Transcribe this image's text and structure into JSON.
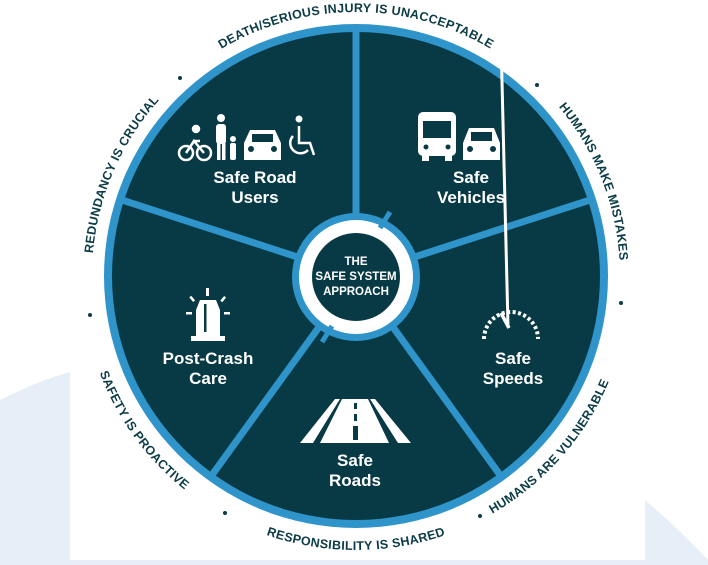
{
  "colors": {
    "dark_teal": "#083a45",
    "blue": "#2f94c9",
    "background_tint": "#e6eff8",
    "ring_text": "#0b3b46"
  },
  "center": {
    "line1": "THE",
    "line2": "SAFE SYSTEM",
    "line3": "APPROACH"
  },
  "segments": [
    {
      "line1": "Safe Road",
      "line2": "Users",
      "icons": [
        "bicycle-icon",
        "pedestrian-family-icon",
        "car-icon",
        "wheelchair-icon"
      ]
    },
    {
      "line1": "Safe",
      "line2": "Vehicles",
      "icons": [
        "bus-icon",
        "car-icon"
      ]
    },
    {
      "line1": "Safe",
      "line2": "Speeds",
      "icons": [
        "speedometer-icon"
      ]
    },
    {
      "line1": "Safe",
      "line2": "Roads",
      "icons": [
        "road-icon"
      ]
    },
    {
      "line1": "Post-Crash",
      "line2": "Care",
      "icons": [
        "emergency-light-icon"
      ]
    }
  ],
  "principles": [
    "DEATH/SERIOUS INJURY IS UNACCEPTABLE",
    "HUMANS MAKE MISTAKES",
    "HUMANS ARE VULNERABLE",
    "RESPONSIBILITY IS SHARED",
    "SAFETY IS PROACTIVE",
    "REDUNDANCY IS CRUCIAL"
  ]
}
